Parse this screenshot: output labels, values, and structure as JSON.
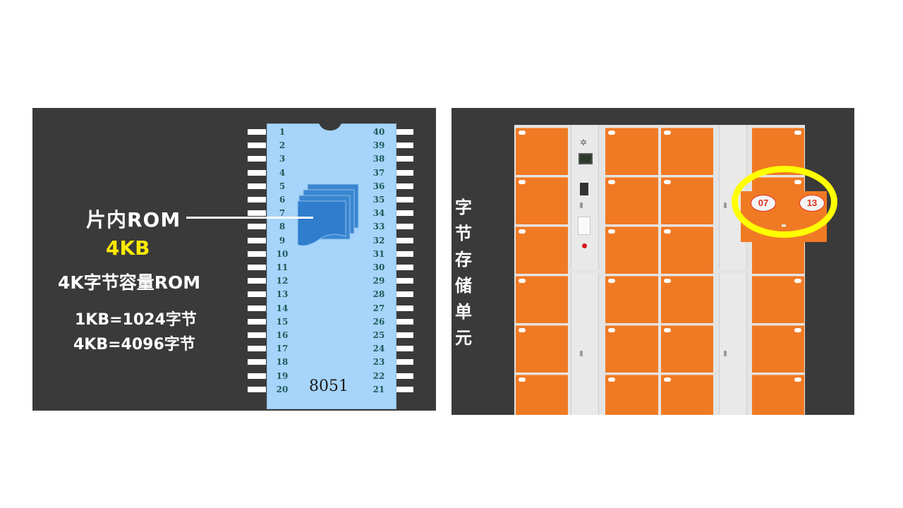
{
  "left_panel": {
    "rom_label": "片内ROM",
    "rom_size": "4KB",
    "rom_description": "4K字节容量ROM",
    "conversion_1kb": "1KB=1024字节",
    "conversion_4kb": "4KB=4096字节",
    "chip_model": "8051",
    "left_pins": [
      "1",
      "2",
      "3",
      "4",
      "5",
      "6",
      "7",
      "8",
      "9",
      "10",
      "11",
      "12",
      "13",
      "14",
      "15",
      "16",
      "17",
      "18",
      "19",
      "20"
    ],
    "right_pins": [
      "40",
      "39",
      "38",
      "37",
      "36",
      "35",
      "34",
      "33",
      "32",
      "31",
      "30",
      "29",
      "28",
      "27",
      "26",
      "25",
      "24",
      "23",
      "22",
      "21"
    ],
    "colors": {
      "chip_body": "#a6d4fa",
      "pin_text": "#1c5a58",
      "rom_block": "#3a86d0",
      "highlight": "#ffeb00"
    }
  },
  "right_panel": {
    "vertical_label": "字节存储单元",
    "zoom_badges": [
      "07",
      "13"
    ],
    "colors": {
      "door": "#f07a24",
      "ring": "#ffff00",
      "cabinet": "#e4e4e4"
    }
  }
}
